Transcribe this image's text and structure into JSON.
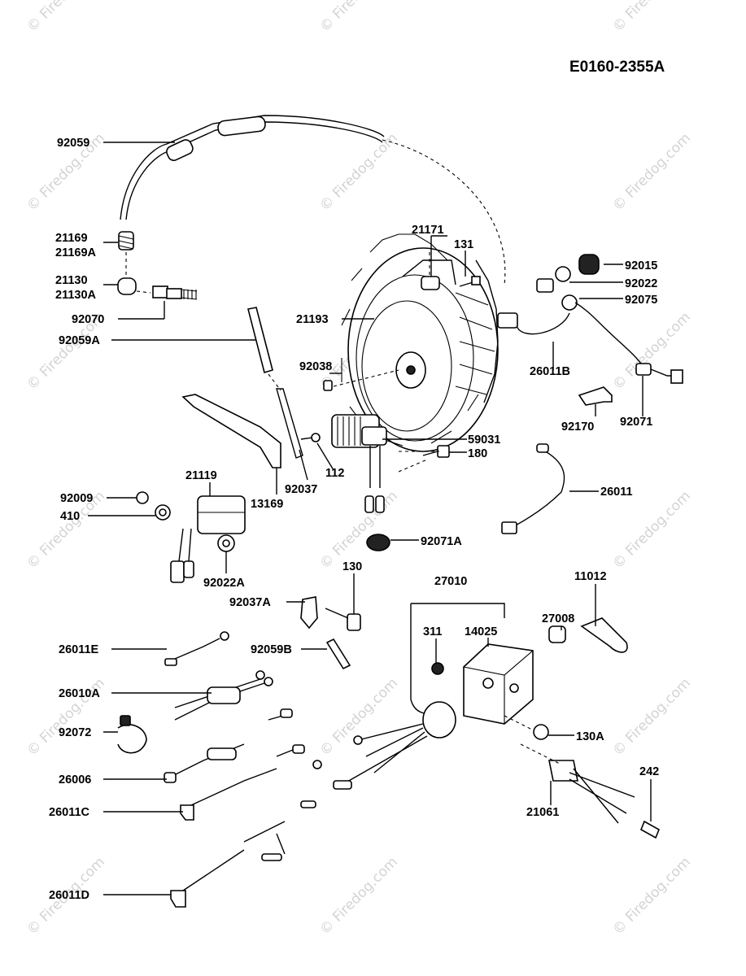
{
  "diagram_code": "E0160-2355A",
  "watermark": "© Firedog.com",
  "labels": {
    "p92059": "92059",
    "p21169": "21169",
    "p21169A": "21169A",
    "p21130": "21130",
    "p21130A": "21130A",
    "p92070": "92070",
    "p92059A": "92059A",
    "p21171": "21171",
    "p131": "131",
    "p92015": "92015",
    "p92022": "92022",
    "p92075": "92075",
    "p21193": "21193",
    "p92038": "92038",
    "p26011B": "26011B",
    "p92170": "92170",
    "p92071": "92071",
    "p59031": "59031",
    "p180": "180",
    "p112": "112",
    "p92037": "92037",
    "p13169": "13169",
    "p21119": "21119",
    "p92009": "92009",
    "p410": "410",
    "p92022A": "92022A",
    "p26011": "26011",
    "p92071A": "92071A",
    "p130": "130",
    "p92037A": "92037A",
    "p27010": "27010",
    "p11012": "11012",
    "p311": "311",
    "p14025": "14025",
    "p27008": "27008",
    "p26011E": "26011E",
    "p92059B": "92059B",
    "p26010A": "26010A",
    "p92072": "92072",
    "p130A": "130A",
    "p26006": "26006",
    "p242": "242",
    "p26011C": "26011C",
    "p21061": "21061",
    "p26011D": "26011D"
  }
}
